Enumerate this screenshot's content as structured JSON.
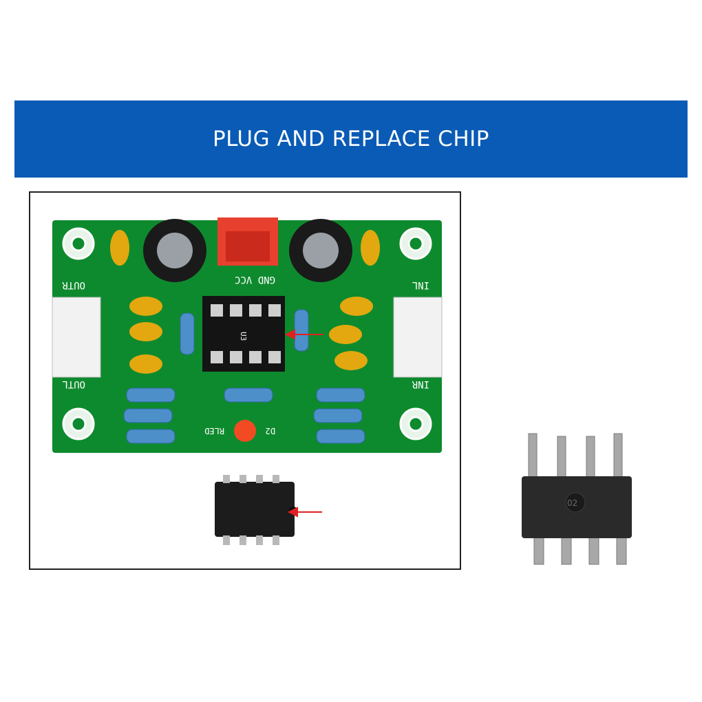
{
  "banner": {
    "title": "PLUG AND REPLACE CHIP",
    "background_color": "#0a5bb5",
    "text_color": "#ffffff"
  },
  "pcb": {
    "board_color": "#0e8a2e",
    "silkscreen": {
      "top_label": "GND VCC",
      "out_right": "OUTR",
      "out_left": "OUTL",
      "in_left": "INL",
      "in_right": "INR",
      "chip_socket": "U3",
      "led_label": "RLED",
      "led_ref": "D2"
    }
  },
  "chip_marking": "02"
}
